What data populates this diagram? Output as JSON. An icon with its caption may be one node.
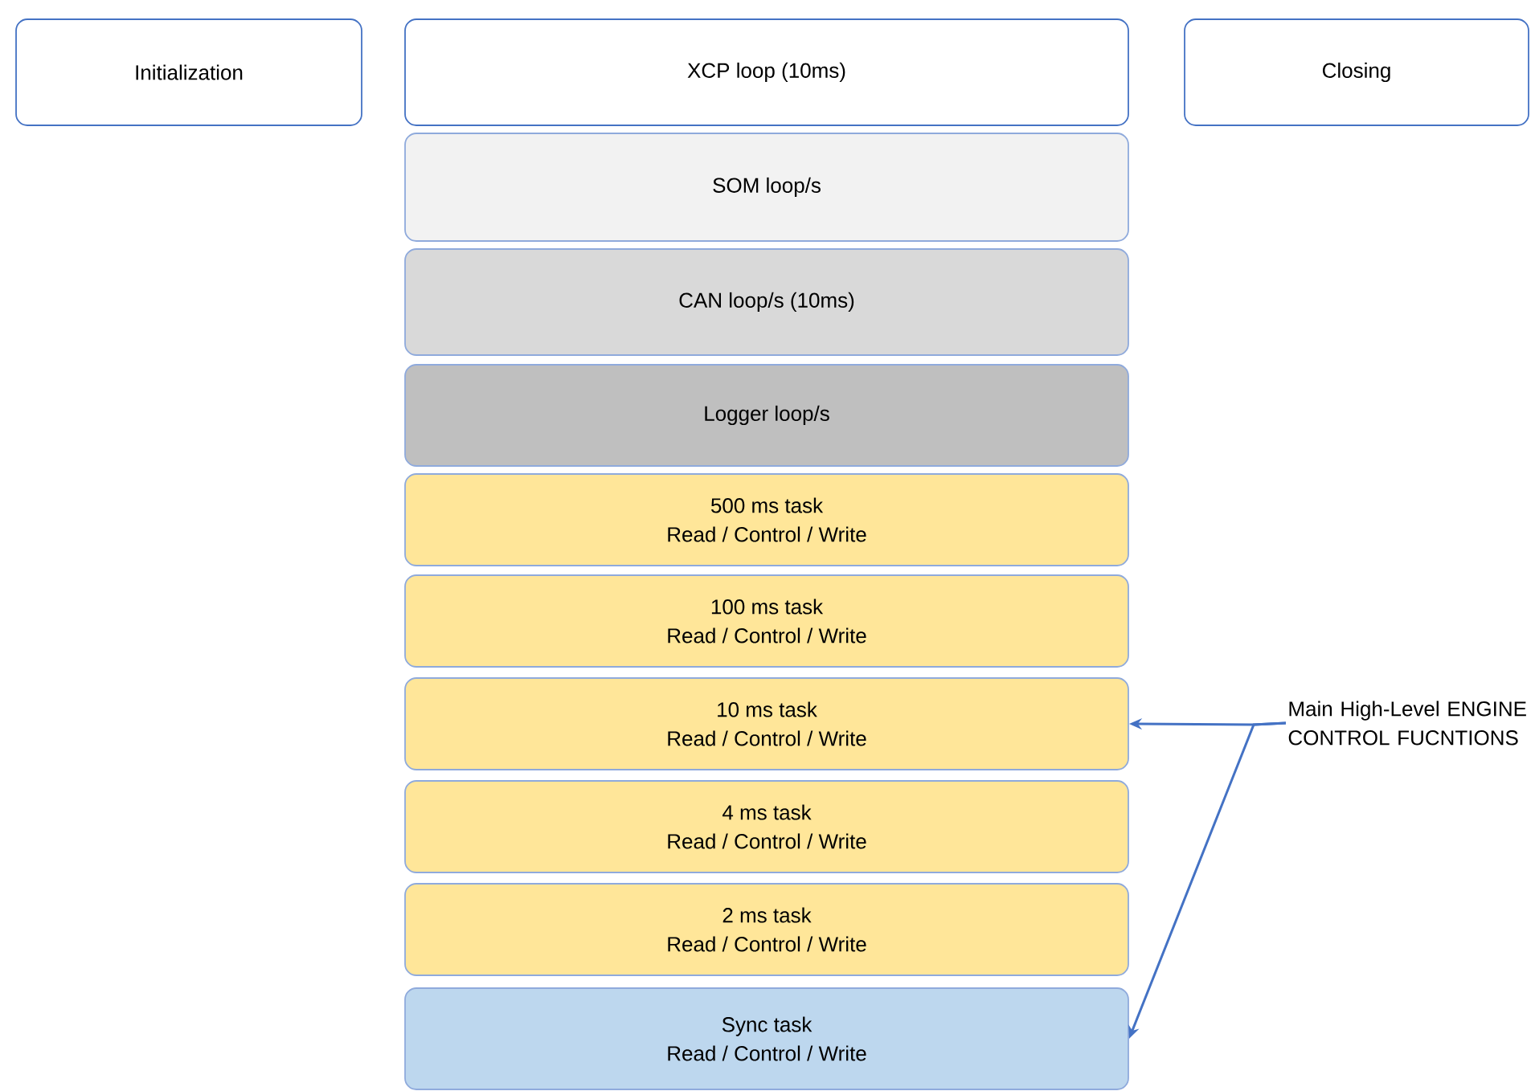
{
  "diagram": {
    "nodes": [
      {
        "text": [
          "Initialization"
        ]
      },
      {
        "text": [
          "XCP loop (10ms)"
        ]
      },
      {
        "text": [
          "Closing"
        ]
      },
      {
        "text": [
          "SOM loop/s"
        ]
      },
      {
        "text": [
          "CAN loop/s (10ms)"
        ]
      },
      {
        "text": [
          "Logger loop/s"
        ]
      },
      {
        "text": [
          "500 ms task",
          "Read / Control / Write"
        ]
      },
      {
        "text": [
          "100 ms task",
          "Read / Control / Write"
        ]
      },
      {
        "text": [
          "10 ms task",
          "Read / Control / Write"
        ]
      },
      {
        "text": [
          "4 ms task",
          "Read / Control / Write"
        ]
      },
      {
        "text": [
          "2 ms task",
          "Read / Control / Write"
        ]
      },
      {
        "text": [
          "Sync task",
          "Read / Control / Write"
        ]
      },
      {
        "text": [
          "Main High-Level ENGINE CONTROL FUCNTIONS"
        ]
      }
    ],
    "edges": [
      {
        "from": 12,
        "to": 8,
        "arrow": "to"
      },
      {
        "from": 12,
        "to": 11,
        "arrow": "to"
      }
    ]
  }
}
